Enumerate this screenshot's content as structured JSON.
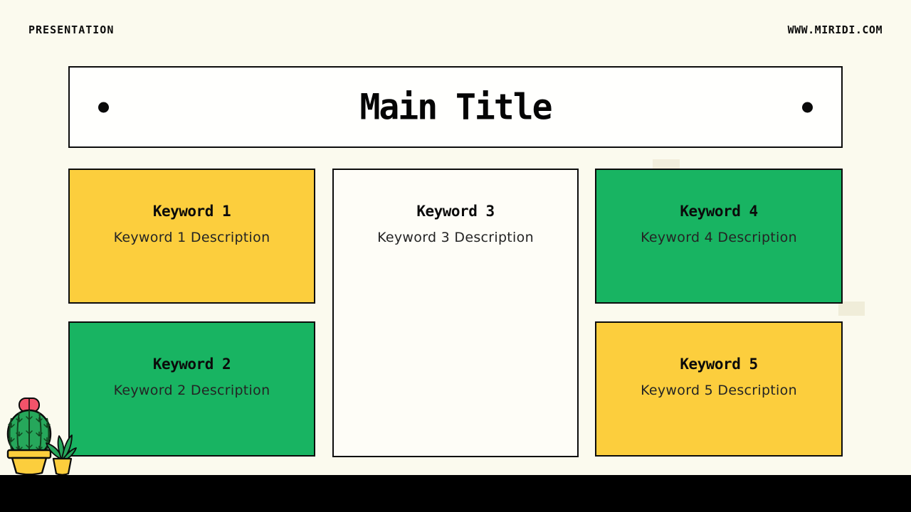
{
  "page": {
    "background": "#FBFAEE",
    "footer_bar_color": "#000000"
  },
  "header": {
    "brand": "PRESENTATION",
    "website": "WWW.MIRIDI.COM"
  },
  "title": {
    "text": "Main Title"
  },
  "cards": [
    {
      "title": "Keyword 1",
      "description": "Keyword 1 Description",
      "bg": "#FCCE3D"
    },
    {
      "title": "Keyword 2",
      "description": "Keyword 2 Description",
      "bg": "#18B462"
    },
    {
      "title": "Keyword 3",
      "description": "Keyword 3 Description",
      "bg": "#FEFDF7"
    },
    {
      "title": "Keyword 4",
      "description": "Keyword 4 Description",
      "bg": "#18B462"
    },
    {
      "title": "Keyword 5",
      "description": "Keyword 5 Description",
      "bg": "#FCCE3D"
    }
  ],
  "decor": {
    "accent_yellow": "#FCCE3D",
    "accent_green": "#18B462",
    "cactus_green": "#26A75B",
    "flower_pink": "#F2536A",
    "scrap_beige": "#F2EEDC",
    "illustration": "potted-cactus-and-plant"
  }
}
